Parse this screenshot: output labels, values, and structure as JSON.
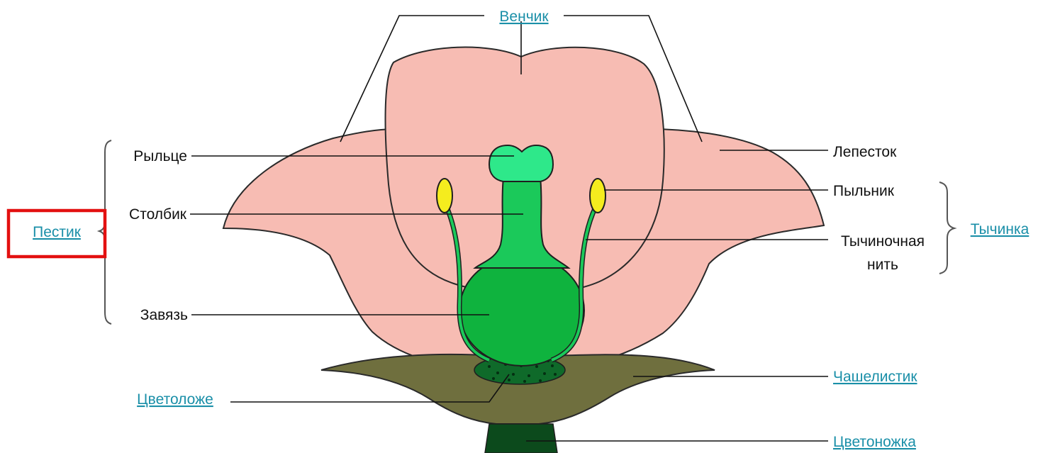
{
  "labels": {
    "corolla": "Венчик",
    "stigma": "Рыльце",
    "style": "Столбик",
    "pistil": "Пестик",
    "ovary": "Завязь",
    "receptacle": "Цветоложе",
    "petal": "Лепесток",
    "anther": "Пыльник",
    "filament_line1": "Тычиночная",
    "filament_line2": "нить",
    "stamen": "Тычинка",
    "sepal": "Чашелистик",
    "pedicel": "Цветоножка"
  },
  "colors": {
    "petal": "#f7bcb3",
    "sepal": "#6f6f3e",
    "pistil_light": "#2ee88a",
    "pistil": "#1bc95a",
    "ovary": "#0fb33e",
    "anther": "#f5ec1e",
    "receptacle": "#0f6a2a",
    "stem": "#0c4a1c",
    "link": "#1a8fa8",
    "highlight": "#e31010"
  }
}
